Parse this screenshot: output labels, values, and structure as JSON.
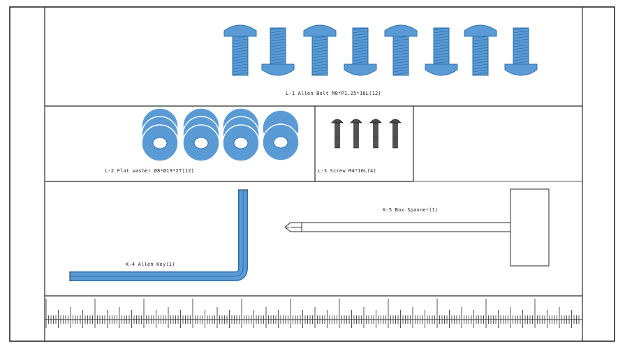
{
  "colors": {
    "line": "#2a2a2a",
    "part": "#5b9bd5",
    "part_dark": "#2f6fae",
    "screw": "#4a4a4a"
  },
  "parts": {
    "bolt": {
      "label": "L-1  Allen Bolt  M8*P1.25*16L(12)",
      "icon": "allen-bolt-icon"
    },
    "washer": {
      "label": "L-2   Flat washer   Ø8*Ø19*2T(12)",
      "icon": "flat-washer-icon"
    },
    "screw": {
      "label": "L-3  Screw M4*10L(4)",
      "icon": "screw-icon"
    },
    "allen_key": {
      "label": "K-4  Allen Key(1)",
      "icon": "allen-key-icon"
    },
    "box_spanner": {
      "label": "K-5  Box Spanner(1)",
      "icon": "box-spanner-icon"
    }
  },
  "ruler": {
    "icon": "ruler-scale-icon"
  }
}
